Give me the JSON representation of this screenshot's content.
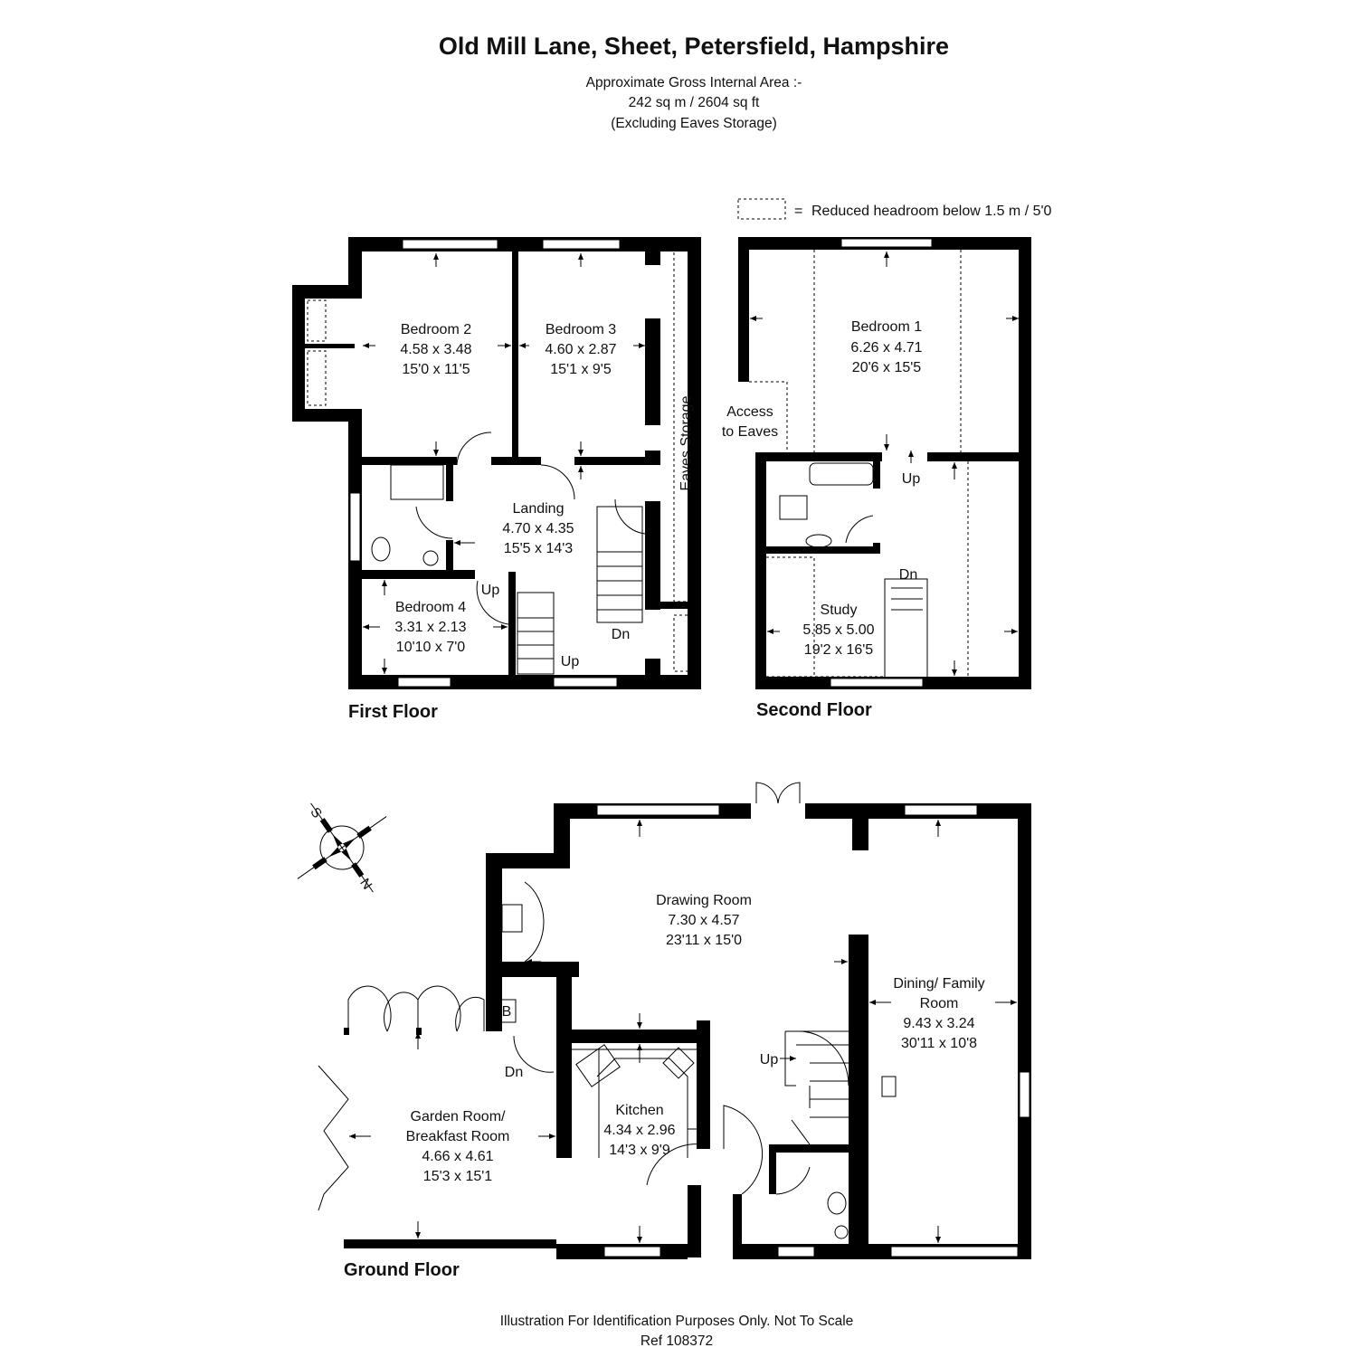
{
  "header": {
    "title": "Old Mill Lane, Sheet, Petersfield, Hampshire",
    "area_label": "Approximate Gross Internal Area  :-",
    "area_value": "242 sq m / 2604 sq ft",
    "area_note": "(Excluding Eaves Storage)"
  },
  "legend": {
    "equals": "=",
    "text": "Reduced headroom below 1.5 m / 5'0"
  },
  "first_floor": {
    "label": "First Floor",
    "rooms": [
      {
        "name": "Bedroom 2",
        "metric": "4.58 x 3.48",
        "imperial": "15'0 x 11'5"
      },
      {
        "name": "Bedroom 3",
        "metric": "4.60 x 2.87",
        "imperial": "15'1 x 9'5"
      },
      {
        "name": "Landing",
        "metric": "4.70 x 4.35",
        "imperial": "15'5 x 14'3"
      },
      {
        "name": "Bedroom 4",
        "metric": "3.31 x 2.13",
        "imperial": "10'10 x 7'0"
      }
    ],
    "eaves": "Eaves Storage",
    "up1": "Up",
    "up2": "Up",
    "dn": "Dn"
  },
  "second_floor": {
    "label": "Second Floor",
    "rooms": [
      {
        "name": "Bedroom 1",
        "metric": "6.26 x 4.71",
        "imperial": "20'6 x 15'5"
      },
      {
        "name": "Study",
        "metric": "5.85 x 5.00",
        "imperial": "19'2 x 16'5"
      }
    ],
    "access_line1": "Access",
    "access_line2": "to Eaves",
    "up": "Up",
    "dn": "Dn"
  },
  "ground_floor": {
    "label": "Ground Floor",
    "rooms": [
      {
        "name": "Drawing Room",
        "metric": "7.30 x 4.57",
        "imperial": "23'11 x 15'0"
      },
      {
        "name_line1": "Dining/ Family",
        "name_line2": "Room",
        "metric": "9.43 x 3.24",
        "imperial": "30'11 x 10'8"
      },
      {
        "name": "Kitchen",
        "metric": "4.34 x 2.96",
        "imperial": "14'3 x 9'9"
      },
      {
        "name_line1": "Garden Room/",
        "name_line2": "Breakfast Room",
        "metric": "4.66 x 4.61",
        "imperial": "15'3 x 15'1"
      }
    ],
    "boiler": "B",
    "dn": "Dn",
    "up": "Up"
  },
  "compass": {
    "north": "N",
    "south": "S"
  },
  "footer": {
    "disclaimer": "Illustration For Identification Purposes Only. Not To Scale",
    "ref": "Ref  108372"
  }
}
